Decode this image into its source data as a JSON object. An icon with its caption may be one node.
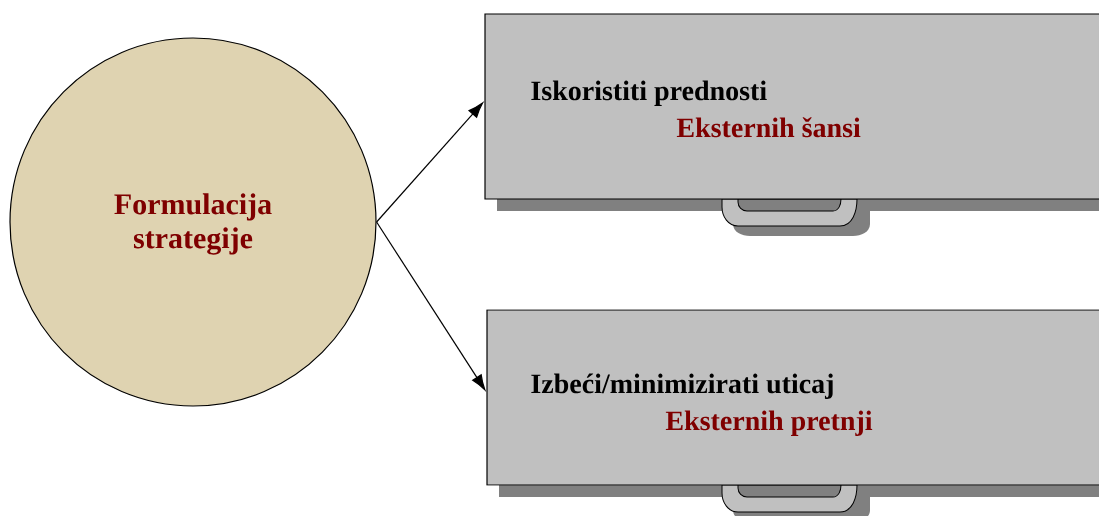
{
  "diagram": {
    "nodes": [
      {
        "text": [
          "Formulacija strategije"
        ]
      },
      {
        "text": [
          "Iskoristiti prednosti",
          "Eksternih šansi"
        ]
      },
      {
        "text": [
          "Izbeći/minimizirati uticaj",
          "Eksternih pretnji"
        ]
      }
    ],
    "edges": [
      {
        "from": 0,
        "to": 1,
        "arrow": "to"
      },
      {
        "from": 0,
        "to": 2,
        "arrow": "to"
      }
    ]
  }
}
